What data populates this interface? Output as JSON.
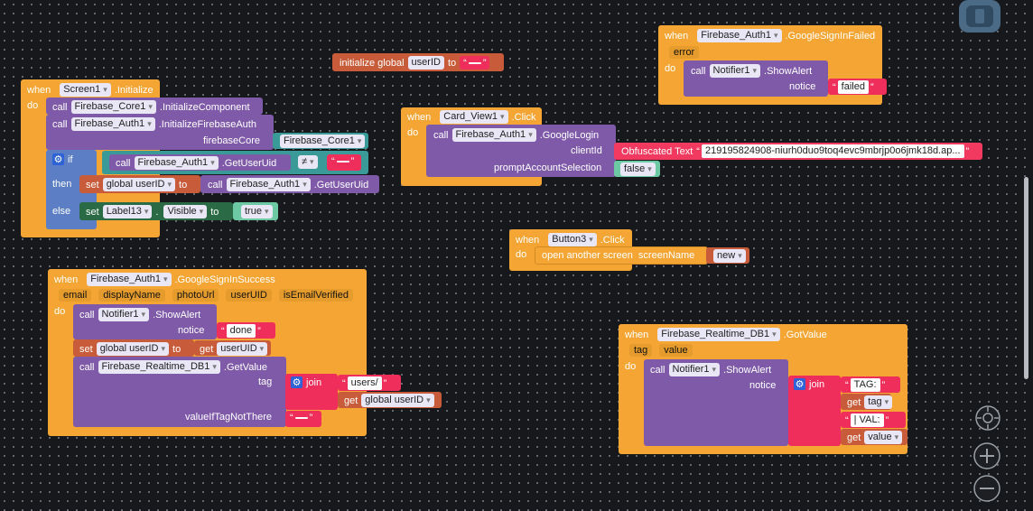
{
  "kw": {
    "when": "when",
    "do": "do",
    "call": "call",
    "set": "set",
    "get": "get",
    "to": "to",
    "if": "if",
    "then": "then",
    "else": "else",
    "join": "join",
    "error": "error"
  },
  "init_global": {
    "label": "initialize global",
    "var": "userID",
    "to": "to",
    "value": ""
  },
  "screen1_init": {
    "component": "Screen1",
    "event": ".Initialize",
    "call1": {
      "component": "Firebase_Core1",
      "method": ".InitializeComponent"
    },
    "call2": {
      "component": "Firebase_Auth1",
      "method": ".InitializeFirebaseAuth",
      "arg_label": "firebaseCore",
      "arg_value": "Firebase_Core1"
    },
    "if_call": {
      "component": "Firebase_Auth1",
      "method": ".GetUserUid"
    },
    "neq": "≠",
    "neq_value": "",
    "then_set": {
      "var": "global userID",
      "call_component": "Firebase_Auth1",
      "call_method": ".GetUserUid"
    },
    "else_set": {
      "component": "Label13",
      "prop": "Visible",
      "value": "true"
    }
  },
  "card_view_click": {
    "component": "Card_View1",
    "event": ".Click",
    "call": {
      "component": "Firebase_Auth1",
      "method": ".GoogleLogin"
    },
    "arg1_label": "clientId",
    "obfuscated_label": "Obfuscated Text",
    "obfuscated_value": "219195824908-niurh0duo9toq4evc9mbrjp0o6jmk18d.ap...",
    "arg2_label": "promptAccountSelection",
    "arg2_value": "false"
  },
  "signin_failed": {
    "component": "Firebase_Auth1",
    "event": ".GoogleSignInFailed",
    "call": {
      "component": "Notifier1",
      "method": ".ShowAlert"
    },
    "arg_label": "notice",
    "arg_value": "failed"
  },
  "button3_click": {
    "component": "Button3",
    "event": ".Click",
    "action": "open another screen",
    "arg_label": "screenName",
    "arg_value": "new"
  },
  "signin_success": {
    "component": "Firebase_Auth1",
    "event": ".GoogleSignInSuccess",
    "params": [
      "email",
      "displayName",
      "photoUrl",
      "userUID",
      "isEmailVerified"
    ],
    "call1": {
      "component": "Notifier1",
      "method": ".ShowAlert",
      "arg_label": "notice",
      "arg_value": "done"
    },
    "set": {
      "var": "global userID",
      "get": "userUID"
    },
    "call2": {
      "component": "Firebase_Realtime_DB1",
      "method": ".GetValue",
      "arg1_label": "tag",
      "join_str": "users/",
      "join_get": "global userID",
      "arg2_label": "valueIfTagNotThere",
      "arg2_value": ""
    }
  },
  "got_value": {
    "component": "Firebase_Realtime_DB1",
    "event": ".GotValue",
    "params": [
      "tag",
      "value"
    ],
    "call": {
      "component": "Notifier1",
      "method": ".ShowAlert",
      "arg_label": "notice"
    },
    "join": {
      "str1": "TAG: ",
      "get1": "tag",
      "str2": " | VAL: ",
      "get2": "value"
    }
  },
  "colors": {
    "event": "#f5a533",
    "component_call": "#7e5aa8",
    "variable": "#c85c3a",
    "text": "#f02e5b",
    "logic_compare": "#3a9a98",
    "property_set": "#2a6b46",
    "boolean": "#6cc9a3"
  },
  "icons": [
    "trashcan-icon",
    "target-icon",
    "zoom-in-icon",
    "zoom-out-icon",
    "gear-icon"
  ]
}
